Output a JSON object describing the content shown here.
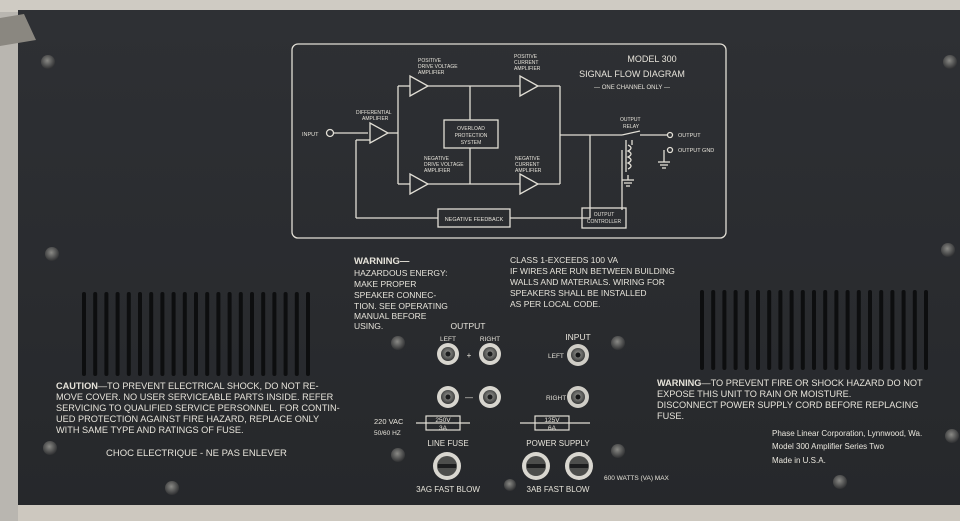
{
  "diagram": {
    "title_lines": [
      "MODEL 300",
      "SIGNAL FLOW DIAGRAM",
      "— ONE CHANNEL ONLY —"
    ],
    "blocks": {
      "input": "INPUT",
      "differential": [
        "DIFFERENTIAL",
        "AMPLIFIER"
      ],
      "pos_drive": [
        "POSITIVE",
        "DRIVE VOLTAGE",
        "AMPLIFIER"
      ],
      "neg_drive": [
        "NEGATIVE",
        "DRIVE VOLTAGE",
        "AMPLIFIER"
      ],
      "pos_current": [
        "POSITIVE",
        "CURRENT",
        "AMPLIFIER"
      ],
      "neg_current": [
        "NEGATIVE",
        "CURRENT",
        "AMPLIFIER"
      ],
      "overload": [
        "OVERLOAD",
        "PROTECTION",
        "SYSTEM"
      ],
      "relay": [
        "OUTPUT",
        "RELAY"
      ],
      "output": "OUTPUT",
      "output_gnd": "OUTPUT GND",
      "feedback": "NEGATIVE FEEDBACK",
      "controller": [
        "OUTPUT",
        "CONTROLLER"
      ]
    }
  },
  "warning_left": {
    "heading": "WARNING—",
    "lines": [
      "HAZARDOUS ENERGY:",
      "MAKE PROPER",
      "SPEAKER CONNEC-",
      "TION. SEE OPERATING",
      "MANUAL BEFORE",
      "USING."
    ]
  },
  "class_note": {
    "lines": [
      "CLASS 1-EXCEEDS 100 VA",
      "IF WIRES ARE RUN BETWEEN BUILDING",
      "WALLS AND MATERIALS. WIRING FOR",
      "SPEAKERS SHALL BE INSTALLED",
      "AS PER LOCAL CODE."
    ]
  },
  "output_section": {
    "label": "OUTPUT",
    "left": "LEFT",
    "right": "RIGHT",
    "plus": "+",
    "minus": "—"
  },
  "input_section": {
    "label": "INPUT",
    "left": "LEFT",
    "right": "RIGHT"
  },
  "caution": {
    "heading": "CAUTION",
    "lines": [
      "—TO PREVENT ELECTRICAL SHOCK, DO NOT RE-",
      "MOVE COVER. NO USER SERVICEABLE PARTS INSIDE. REFER",
      "SERVICING TO QUALIFIED SERVICE PERSONNEL. FOR CONTIN-",
      "UED PROTECTION AGAINST FIRE HAZARD, REPLACE ONLY",
      "WITH SAME TYPE AND RATINGS OF FUSE."
    ]
  },
  "choc": "CHOC ELECTRIQUE - NE PAS ENLEVER",
  "warning_right": {
    "heading": "WARNING",
    "lines": [
      "—TO PREVENT FIRE OR SHOCK HAZARD DO NOT",
      "EXPOSE THIS UNIT TO RAIN OR MOISTURE.",
      "DISCONNECT POWER SUPPLY CORD BEFORE REPLACING",
      "FUSE."
    ]
  },
  "line_fuse": {
    "voltage": "220 VAC",
    "freq": "50/60 HZ",
    "rating_top": "250V",
    "rating_bottom": "3A",
    "label": "LINE FUSE",
    "type": "3AG FAST BLOW"
  },
  "psu_fuse": {
    "rating_top": "125V",
    "rating_bottom": "6A",
    "label": "POWER SUPPLY",
    "type": "3AB FAST BLOW"
  },
  "watts": "600  WATTS (VA) MAX",
  "maker": {
    "lines": [
      "Phase Linear Corporation, Lynnwood, Wa.",
      "Model 300  Amplifier   Series Two",
      "Made in U.S.A."
    ]
  },
  "colors": {
    "panel": "#2b2d31",
    "silk": "#e6e3da",
    "frame": "#b9b6b0"
  }
}
